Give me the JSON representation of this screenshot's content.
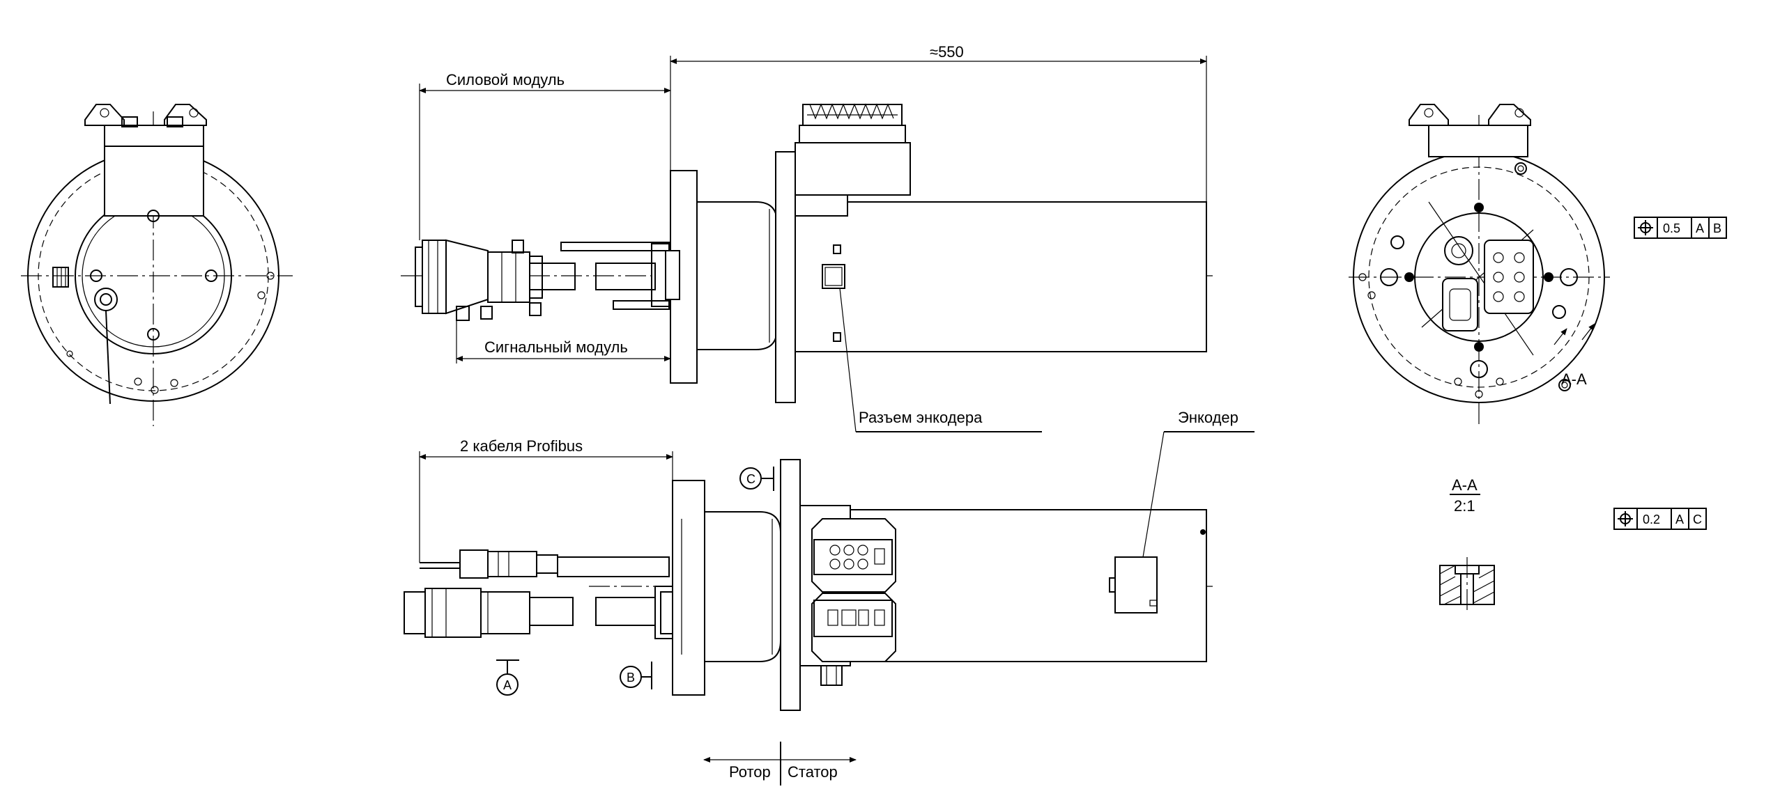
{
  "labels": {
    "overall_length": "≈550",
    "power_module": "Силовой модуль",
    "signal_module": "Сигнальный модуль",
    "encoder_connector": "Разъем энкодера",
    "encoder": "Энкодер",
    "profibus_cables": "2 кабеля Profibus",
    "rotor": "Ротор",
    "stator": "Статор",
    "section_mark": "A-A",
    "section_title": "A-A",
    "section_scale": "2:1"
  },
  "datums": {
    "a": "A",
    "b": "B",
    "c": "C"
  },
  "tolerance_frames": [
    {
      "value": "0.5",
      "datum1": "A",
      "datum2": "B"
    },
    {
      "value": "0.2",
      "datum1": "A",
      "datum2": "C"
    }
  ],
  "colors": {
    "line": "#000000",
    "background": "#ffffff"
  },
  "icons": {
    "position_tolerance": "position-tolerance-icon"
  }
}
